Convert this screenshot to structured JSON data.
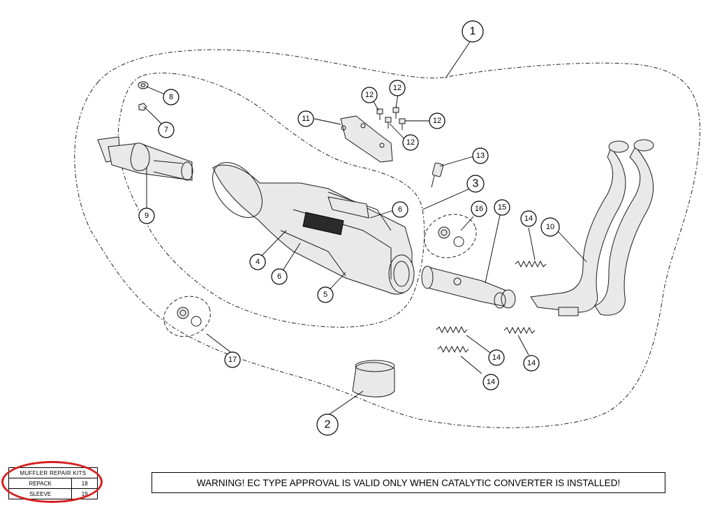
{
  "callouts": [
    "1",
    "2",
    "3",
    "4",
    "5",
    "6",
    "6",
    "7",
    "8",
    "9",
    "10",
    "11",
    "12",
    "12",
    "12",
    "12",
    "13",
    "14",
    "14",
    "14",
    "14",
    "15",
    "16",
    "17"
  ],
  "repair_kits": {
    "title": "MUFFLER REPAIR KITS",
    "rows": [
      {
        "name": "REPACK",
        "value": "18"
      },
      {
        "name": "SLEEVE",
        "value": "19"
      }
    ]
  },
  "warning": "WARNING! EC TYPE APPROVAL IS VALID ONLY WHEN CATALYTIC CONVERTER IS INSTALLED!",
  "colors": {
    "highlight_ring": "#d41e1e",
    "line": "#000000"
  }
}
